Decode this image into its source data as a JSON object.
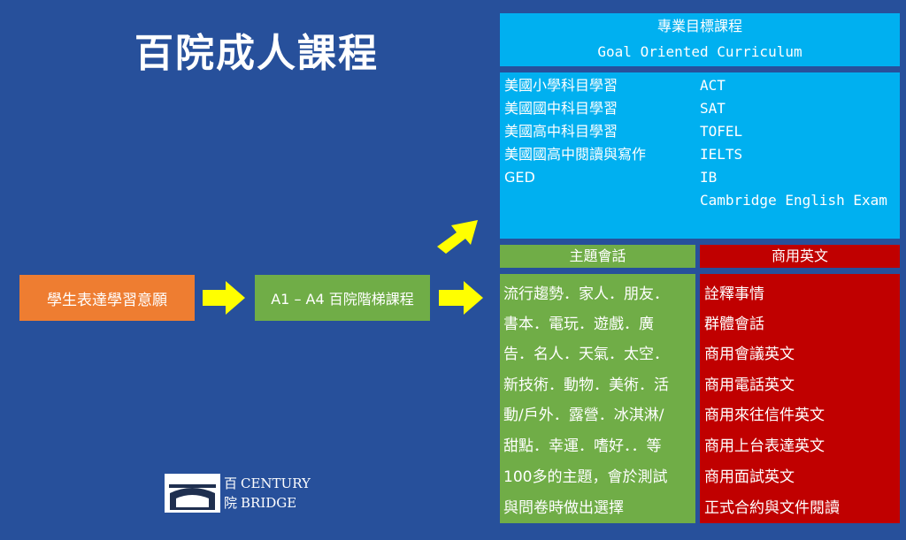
{
  "title": "百院成人課程",
  "flow": {
    "student": "學生表達學習意願",
    "ladder": "A1 – A4 百院階梯課程"
  },
  "goal": {
    "title_zh": "專業目標課程",
    "title_en": "Goal Oriented Curriculum",
    "left_items": [
      "美國小學科目學習",
      "美國國中科目學習",
      "美國高中科目學習",
      "美國國高中閱讀與寫作",
      "GED"
    ],
    "right_items": [
      "ACT",
      "SAT",
      "TOFEL",
      "IELTS",
      "IB",
      "Cambridge English Exam"
    ]
  },
  "topic": {
    "title": "主題會話",
    "lines": [
      "流行趨勢．家人．朋友．",
      "書本．電玩．遊戲．廣",
      "告．名人．天氣．太空．",
      "新技術．動物．美術．活",
      "動/戶外．露營．冰淇淋/",
      "甜點．幸運．嗜好．．等",
      "100多的主題，會於測試",
      "與問卷時做出選擇"
    ]
  },
  "business": {
    "title": "商用英文",
    "lines": [
      "詮釋事情",
      "群體會話",
      "商用會議英文",
      "商用電話英文",
      "商用來往信件英文",
      "商用上台表達英文",
      "商用面試英文",
      "正式合約與文件閱讀"
    ]
  },
  "logo": {
    "cn_top": "百",
    "cn_bottom": "院",
    "en_top": "CENTURY",
    "en_bottom": "BRIDGE"
  },
  "colors": {
    "background": "#27509b",
    "orange": "#ee7d31",
    "green": "#70ad47",
    "cyan": "#00b0f0",
    "red": "#c00000",
    "arrow": "#ffff00"
  }
}
